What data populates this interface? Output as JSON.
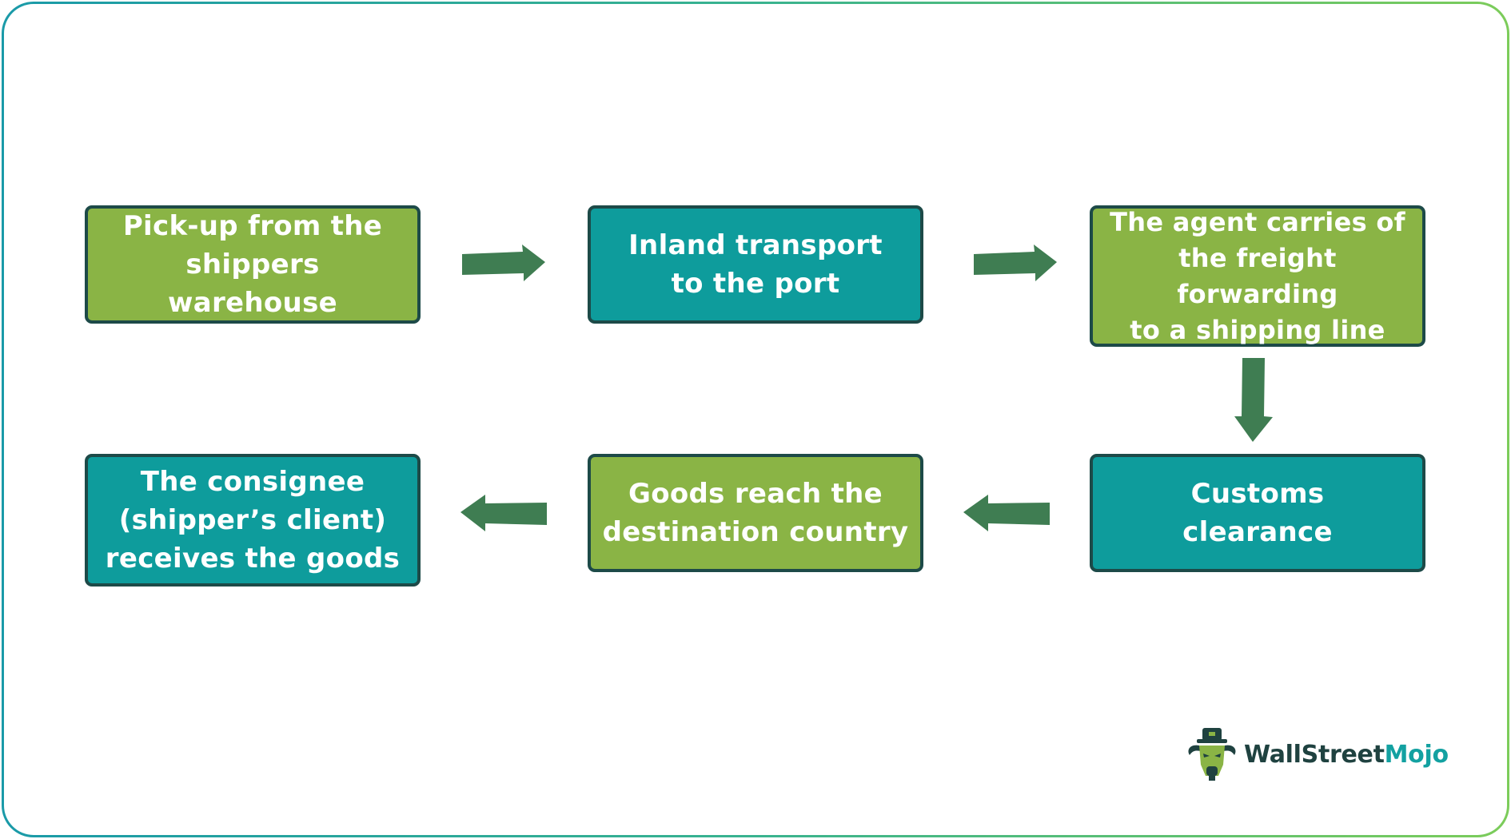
{
  "steps": [
    {
      "text": "Pick-up from the\nshippers warehouse",
      "color": "#8ab445"
    },
    {
      "text": "Inland transport\nto the port",
      "color": "#0e9c9c"
    },
    {
      "text": "The agent carries of\nthe freight forwarding\nto a shipping line",
      "color": "#8ab445"
    },
    {
      "text": "Customs\nclearance",
      "color": "#0e9c9c"
    },
    {
      "text": "Goods reach the\ndestination country",
      "color": "#8ab445"
    },
    {
      "text": "The consignee\n(shipper’s client)\nreceives the goods",
      "color": "#0e9c9c"
    }
  ],
  "colors": {
    "box_border": "#1d4a48",
    "arrow": "#3f7d52",
    "frame_gradient_start": "#1a9aa8",
    "frame_gradient_end": "#7ccc5a"
  },
  "logo": {
    "brand_part1": "WallStreet",
    "brand_part2": "Mojo",
    "icon": "bull-head-icon"
  }
}
